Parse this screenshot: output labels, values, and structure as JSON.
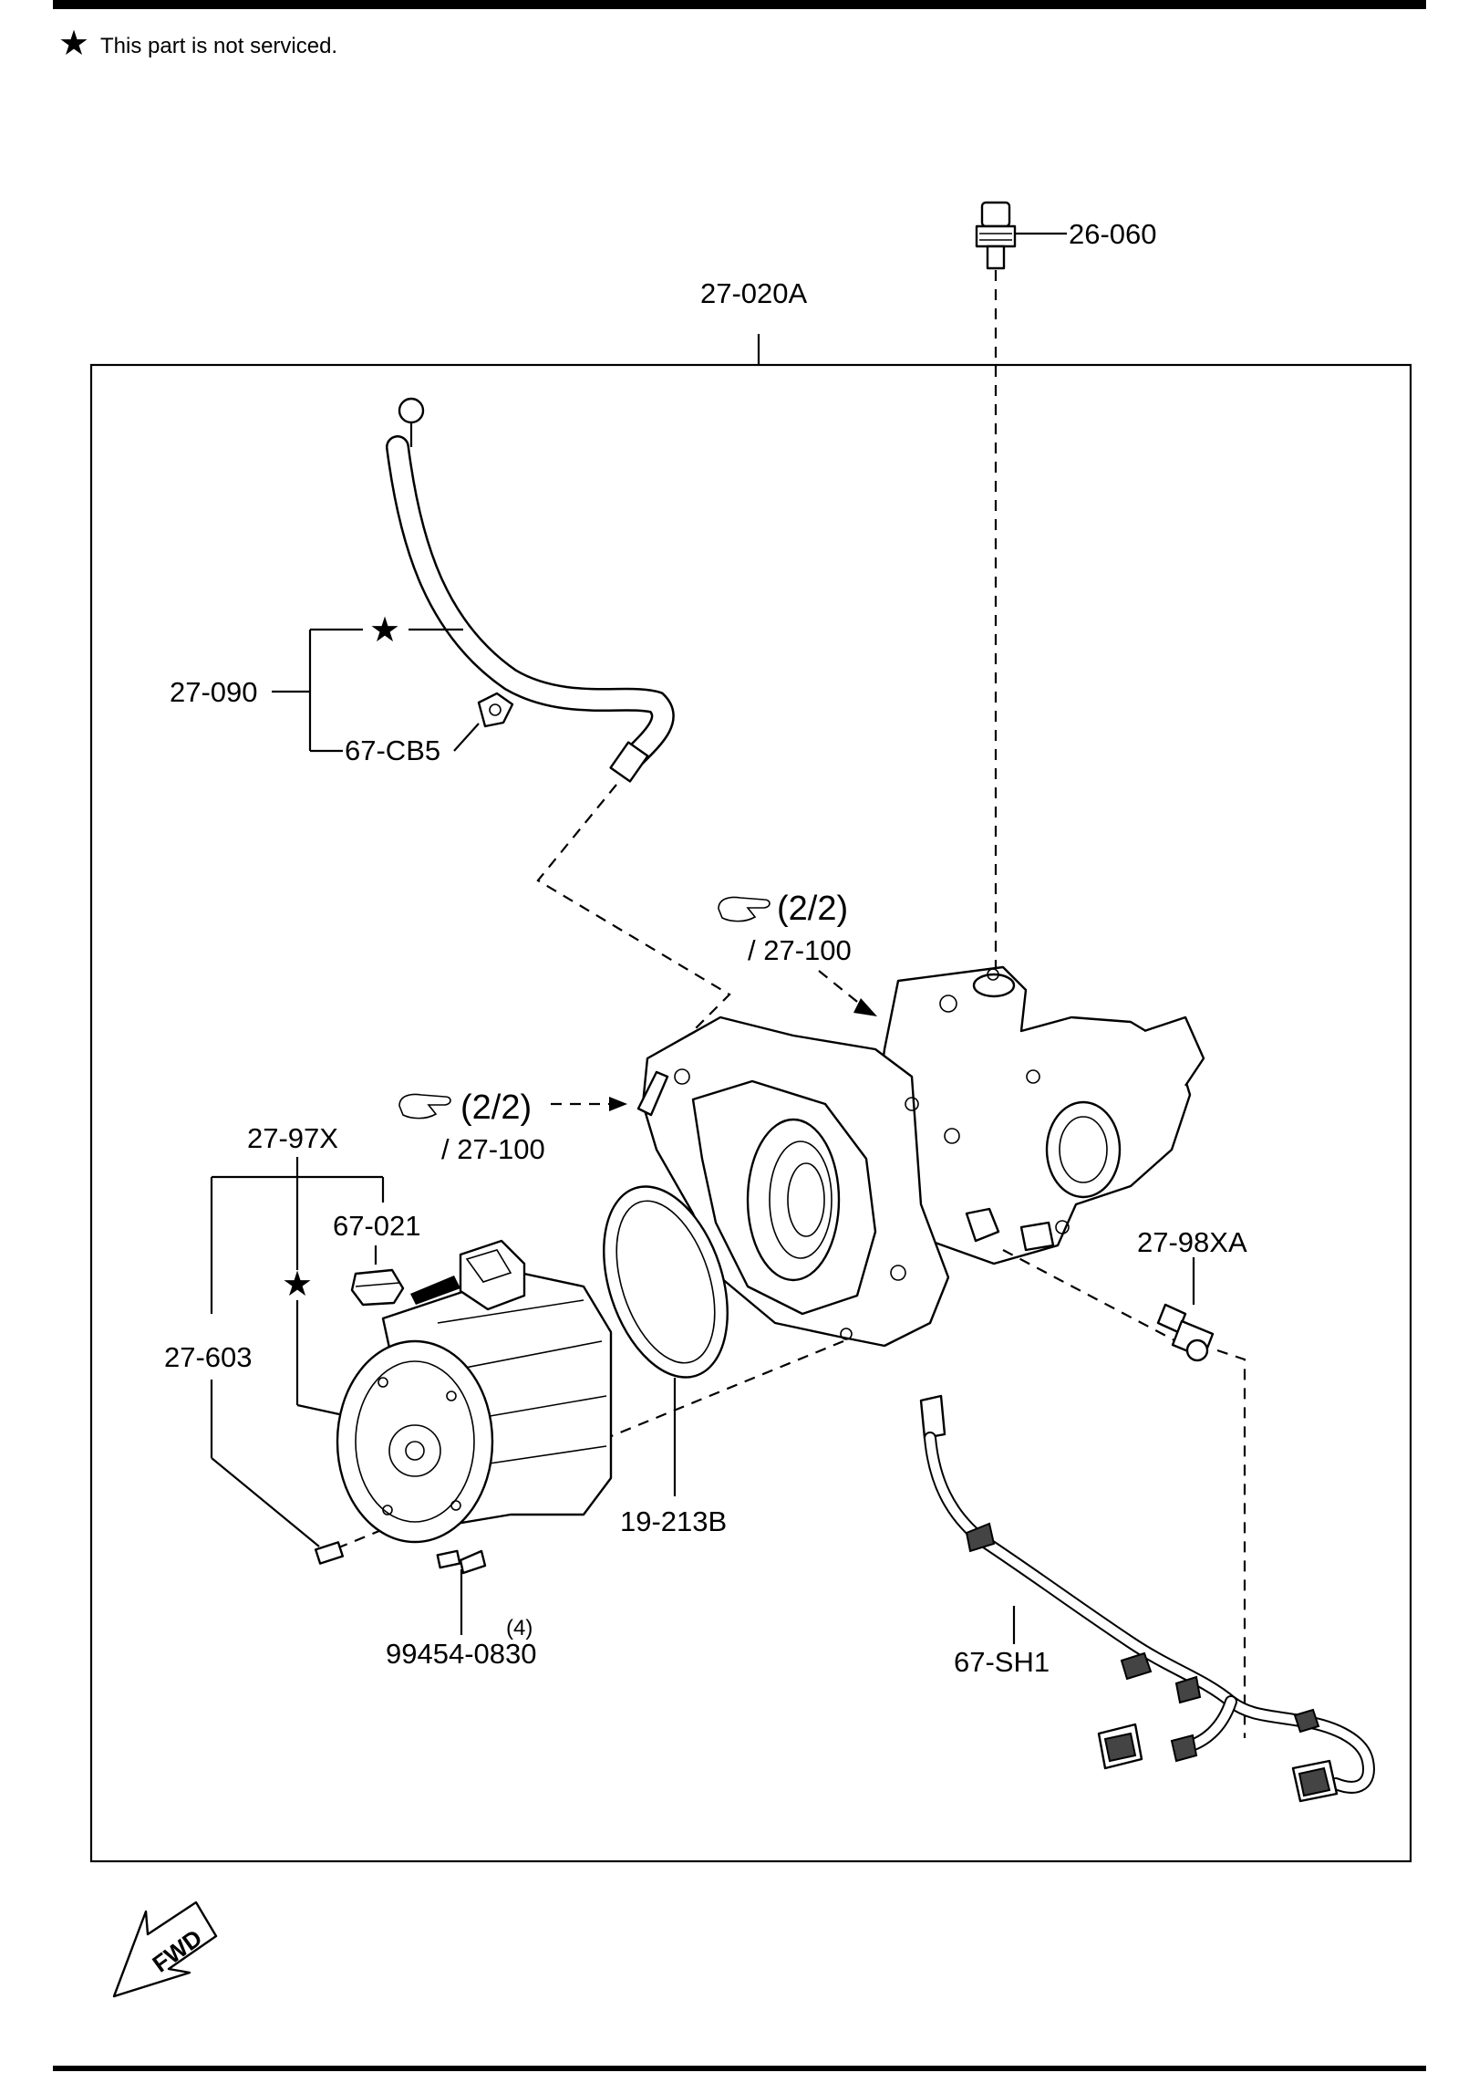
{
  "header_note": {
    "star_symbol": "★",
    "text": "This part is not serviced."
  },
  "callouts": {
    "sensor_top": "26-060",
    "assembly": "27-020A",
    "hose": "27-090",
    "clip": "67-CB5",
    "ref_upper_num": "(2/2)",
    "ref_upper_part": "/ 27-100",
    "ref_left_num": "(2/2)",
    "ref_left_part": "/ 27-100",
    "motor_group": "27-97X",
    "cap": "67-021",
    "motor": "27-603",
    "temp_sensor": "27-98XA",
    "gasket": "19-213B",
    "bolt_qty": "(4)",
    "bolt": "99454-0830",
    "harness": "67-SH1"
  },
  "fwd_arrow_text": "FWD",
  "icons": {
    "star": "star-icon",
    "reference": "pointing-hand-icon",
    "forward": "fwd-arrow-icon"
  }
}
